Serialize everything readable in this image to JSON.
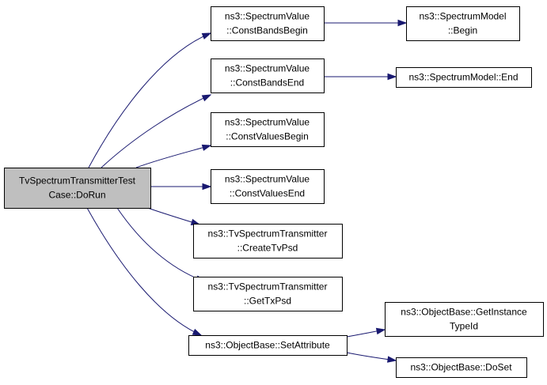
{
  "colors": {
    "edge": "#191970",
    "root_fill": "#bfbfbf",
    "node_fill": "#ffffff",
    "border": "#000000"
  },
  "nodes": {
    "root": {
      "lines": [
        "TvSpectrumTransmitterTest",
        "Case::DoRun"
      ]
    },
    "bands_begin": {
      "lines": [
        "ns3::SpectrumValue",
        "::ConstBandsBegin"
      ]
    },
    "model_begin": {
      "lines": [
        "ns3::SpectrumModel",
        "::Begin"
      ]
    },
    "bands_end": {
      "lines": [
        "ns3::SpectrumValue",
        "::ConstBandsEnd"
      ]
    },
    "model_end": {
      "lines": [
        "ns3::SpectrumModel::End"
      ]
    },
    "values_begin": {
      "lines": [
        "ns3::SpectrumValue",
        "::ConstValuesBegin"
      ]
    },
    "values_end": {
      "lines": [
        "ns3::SpectrumValue",
        "::ConstValuesEnd"
      ]
    },
    "create_tv_psd": {
      "lines": [
        "ns3::TvSpectrumTransmitter",
        "::CreateTvPsd"
      ]
    },
    "get_tx_psd": {
      "lines": [
        "ns3::TvSpectrumTransmitter",
        "::GetTxPsd"
      ]
    },
    "set_attribute": {
      "lines": [
        "ns3::ObjectBase::SetAttribute"
      ]
    },
    "get_instance_typeid": {
      "lines": [
        "ns3::ObjectBase::GetInstance",
        "TypeId"
      ]
    },
    "do_set": {
      "lines": [
        "ns3::ObjectBase::DoSet"
      ]
    }
  },
  "edges": [
    {
      "from": "root",
      "to": "bands_begin"
    },
    {
      "from": "root",
      "to": "bands_end"
    },
    {
      "from": "root",
      "to": "values_begin"
    },
    {
      "from": "root",
      "to": "values_end"
    },
    {
      "from": "root",
      "to": "create_tv_psd"
    },
    {
      "from": "root",
      "to": "get_tx_psd"
    },
    {
      "from": "root",
      "to": "set_attribute"
    },
    {
      "from": "bands_begin",
      "to": "model_begin"
    },
    {
      "from": "bands_end",
      "to": "model_end"
    },
    {
      "from": "set_attribute",
      "to": "get_instance_typeid"
    },
    {
      "from": "set_attribute",
      "to": "do_set"
    }
  ]
}
